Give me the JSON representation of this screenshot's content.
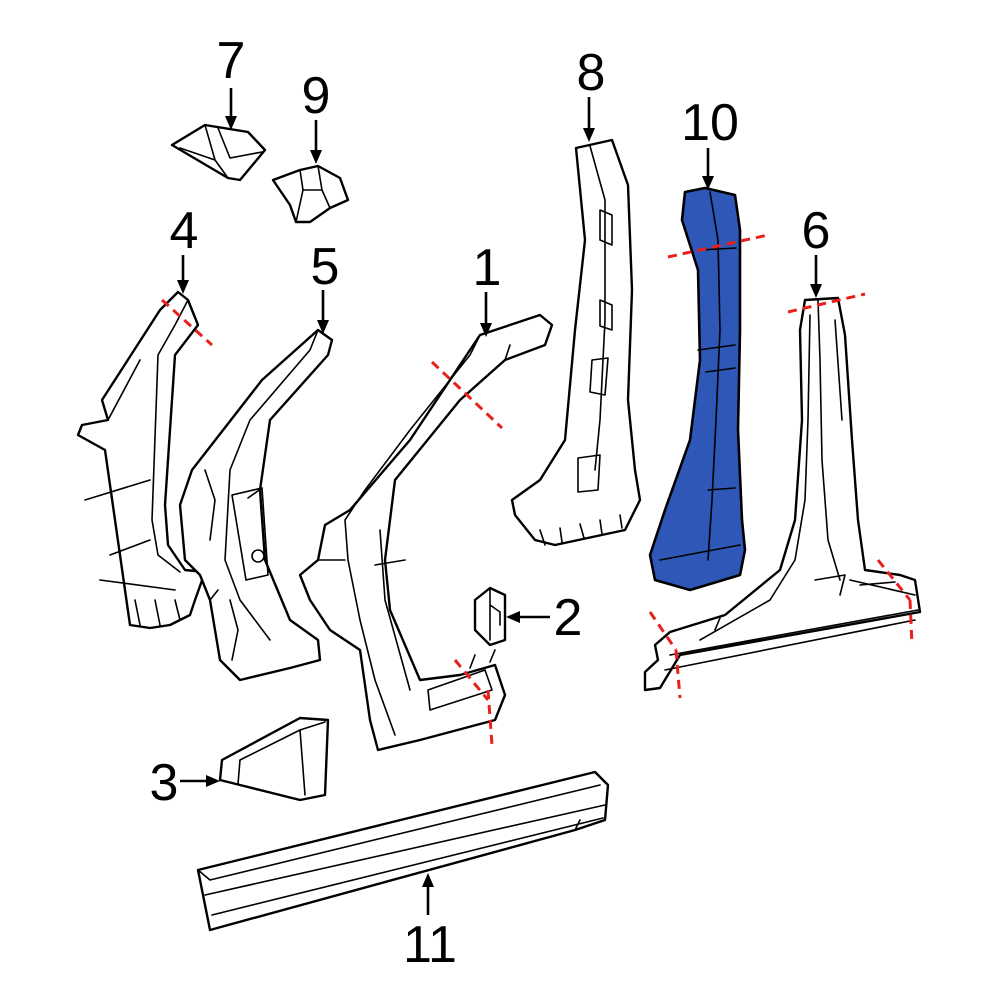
{
  "colors": {
    "highlight_fill": "#2f57b8",
    "cut_line": "#e8201b",
    "outline": "#000000",
    "background": "#ffffff"
  },
  "callouts": {
    "c1": "1",
    "c2": "2",
    "c3": "3",
    "c4": "4",
    "c5": "5",
    "c6": "6",
    "c7": "7",
    "c8": "8",
    "c9": "9",
    "c10": "10",
    "c11": "11"
  },
  "highlighted_part": "10"
}
